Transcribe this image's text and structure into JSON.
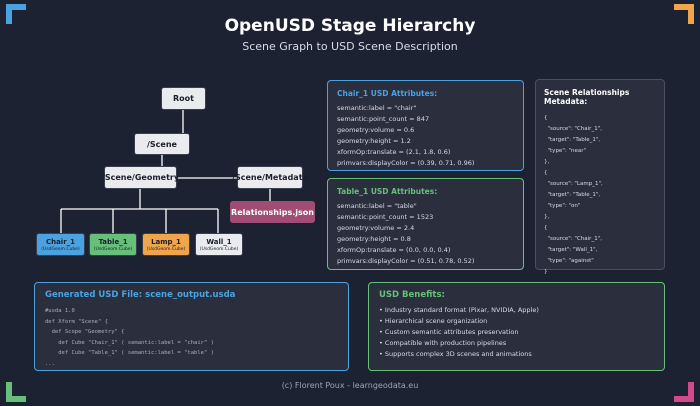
{
  "header": {
    "title": "OpenUSD Stage Hierarchy",
    "subtitle": "Scene Graph to USD Scene Description"
  },
  "hierarchy": {
    "root": "Root",
    "scene": "/Scene",
    "geometry": "/Scene/Geometry",
    "metadata": "/Scene/Metadata",
    "relationships": "Relationships.json",
    "leaves": [
      {
        "label": "Chair_1",
        "sub": "(UsdGeom.Cube)",
        "color": "#4aa3e0"
      },
      {
        "label": "Table_1",
        "sub": "(UsdGeom.Cube)",
        "color": "#67c07a"
      },
      {
        "label": "Lamp_1",
        "sub": "(UsdGeom.Cube)",
        "color": "#f0a54a"
      },
      {
        "label": "Wall_1",
        "sub": "(UsdGeom.Cube)",
        "color": "#e9ebef"
      }
    ],
    "metadata_color": "#a04c74"
  },
  "chair_panel": {
    "title": "Chair_1 USD Attributes:",
    "color": "#4aa3e0",
    "lines": [
      "semantic:label = \"chair\"",
      "semantic:point_count = 847",
      "geometry:volume = 0.6",
      "geometry:height = 1.2",
      "xformOp:translate = (2.1, 1.8, 0.6)",
      "primvars:displayColor = (0.39, 0.71, 0.96)"
    ]
  },
  "table_panel": {
    "title": "Table_1 USD Attributes:",
    "color": "#67c07a",
    "lines": [
      "semantic:label = \"table\"",
      "semantic:point_count = 1523",
      "geometry:volume = 2.4",
      "geometry:height = 0.8",
      "xformOp:translate = (0.0, 0.0, 0.4)",
      "primvars:displayColor = (0.51, 0.78, 0.52)"
    ]
  },
  "relationships_panel": {
    "title": "Scene Relationships Metadata:",
    "lines": [
      "{",
      "  \"source\": \"Chair_1\",",
      "  \"target\": \"Table_1\",",
      "  \"type\": \"near\"",
      "},",
      "{",
      "  \"source\": \"Lamp_1\",",
      "  \"target\": \"Table_1\",",
      "  \"type\": \"on\"",
      "},",
      "{",
      "  \"source\": \"Chair_1\",",
      "  \"target\": \"Wall_1\",",
      "  \"type\": \"against\"",
      "}"
    ]
  },
  "file_panel": {
    "title": "Generated USD File: scene_output.usda",
    "color": "#4aa3e0",
    "code": [
      "#usda 1.0",
      "def Xform \"Scene\" {",
      "  def Scope \"Geometry\" {",
      "    def Cube \"Chair_1\" ( semantic:label = \"chair\" )",
      "    def Cube \"Table_1\" ( semantic:label = \"table\" )",
      "...",
      "..."
    ]
  },
  "benefits_panel": {
    "title": "USD Benefits:",
    "color": "#67c07a",
    "items": [
      "Industry standard format (Pixar, NVIDIA, Apple)",
      "Hierarchical scene organization",
      "Custom semantic attributes preservation",
      "Compatible with production pipelines",
      "Supports complex 3D scenes and animations"
    ]
  },
  "footer": "(c) Florent Poux - learngeodata.eu"
}
